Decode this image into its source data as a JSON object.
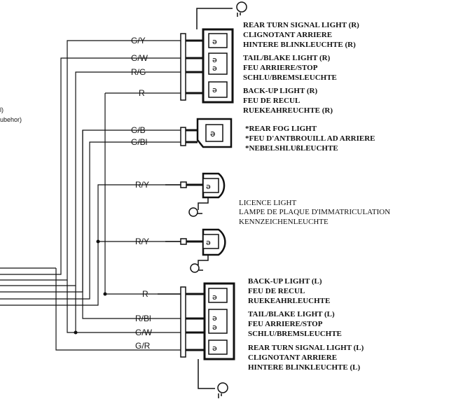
{
  "side_labels": {
    "a": "l)",
    "b": "ubehor)"
  },
  "wires": {
    "gy": "G/Y",
    "gw": "G/W",
    "rg": "R/G",
    "r_top": "R",
    "gb": "G/B",
    "gbl": "G/Bl",
    "ry1": "R/Y",
    "ry2": "R/Y",
    "r_bot": "R",
    "rbl": "R/Bl",
    "gw2": "G/W",
    "gr": "G/R"
  },
  "components": {
    "right_rear": {
      "turn": [
        "REAR TURN SIGNAL LIGHT (R)",
        "CLIGNOTANT ARRIERE",
        "HINTERE BLINKLEUCHTE (R)"
      ],
      "tail": [
        "TAIL/BLAKE LIGHT (R)",
        "FEU ARRIERE/STOP",
        "SCHLU/BREMSLEUCHTE"
      ],
      "backup": [
        "BACK-UP LIGHT (R)",
        "FEU DE RECUL",
        "RUEKEAHREUCHTE (R)"
      ]
    },
    "fog": [
      "*REAR FOG LIGHT",
      "*FEU D'ANTBROUILL AD ARRIERE",
      "*NEBELSHLUßLEUCHTE"
    ],
    "licence": [
      "LICENCE LIGHT",
      "LAMPE DE PLAQUE D'IMMATRICULATION",
      "KENNZEICHENLEUCHTE"
    ],
    "left_rear": {
      "backup": [
        "BACK-UP LIGHT (L)",
        "FEU DE RECUL",
        "RUEKEAHRLEUCHTE"
      ],
      "tail": [
        "TAIL/BLAKE LIGHT (L)",
        "FEU  ARRIERE/STOP",
        "SCHLU/BREMSLEUCHTE"
      ],
      "turn": [
        "REAR TURN SIGNAL LIGHT (L)",
        "CLIGNOTANT ARRIERE",
        "HINTERE BLINKLEUCHTE (L)"
      ]
    }
  }
}
